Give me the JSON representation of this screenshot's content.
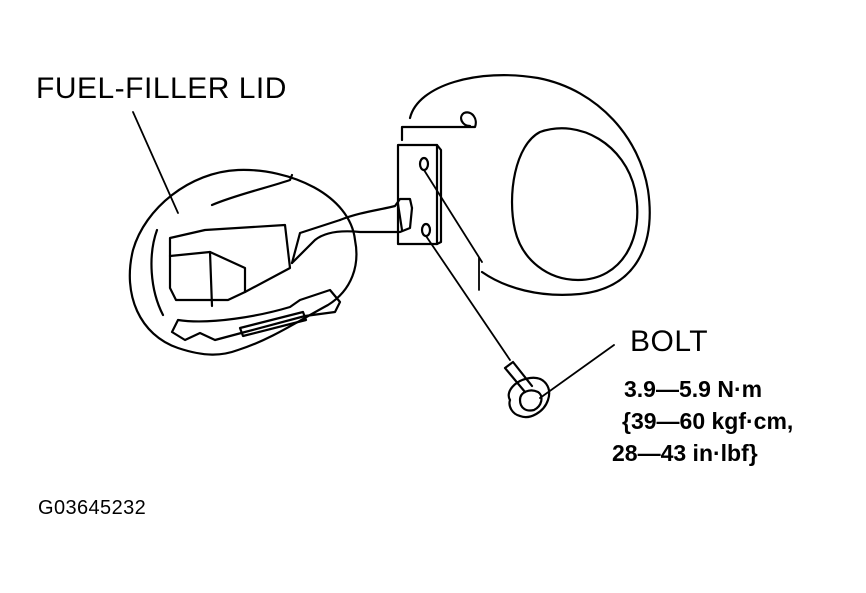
{
  "labels": {
    "lid": "FUEL-FILLER LID",
    "bolt": "BOLT",
    "torque_line1": "3.9—5.9  N·m",
    "torque_line2": "{39—60 kgf·cm,",
    "torque_line3": "28—43 in·lbf}",
    "figure_id": "G03645232"
  },
  "colors": {
    "line": "#000000",
    "background": "#ffffff"
  }
}
